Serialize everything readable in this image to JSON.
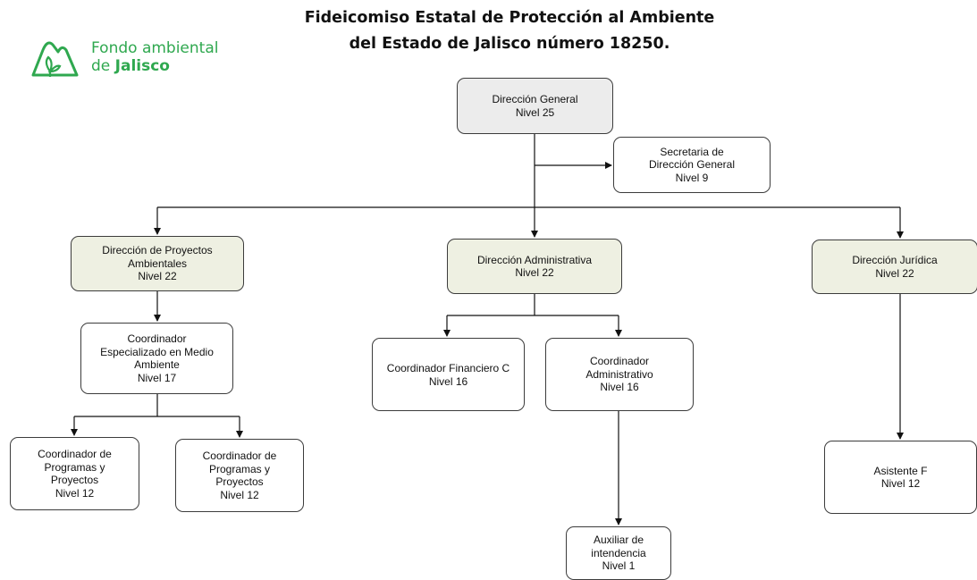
{
  "header": {
    "title_line1": "Fideicomiso Estatal de Protección al Ambiente",
    "title_line2": "del Estado de Jalisco número 18250."
  },
  "logo": {
    "line1": "Fondo ambiental",
    "line2_prefix": "de ",
    "line2_bold": "Jalisco",
    "icon": "mountain-leaf-icon",
    "color": "#2fa84f"
  },
  "colors": {
    "general": "#ececec",
    "direction": "#eef0e2",
    "default": "#ffffff",
    "line": "#111111"
  },
  "nodes": {
    "direccion_general": {
      "name": "Dirección General",
      "level": "Nivel 25"
    },
    "secretaria": {
      "name_line1": "Secretaria de",
      "name_line2": "Dirección General",
      "level": "Nivel 9"
    },
    "proyectos": {
      "name_line1": "Dirección de Proyectos",
      "name_line2": "Ambientales",
      "level": "Nivel 22"
    },
    "administrativa": {
      "name": "Dirección Administrativa",
      "level": "Nivel 22"
    },
    "juridica": {
      "name": "Dirección Jurídica",
      "level": "Nivel 22"
    },
    "coord_medio": {
      "name_line1": "Coordinador",
      "name_line2": "Especializado en Medio",
      "name_line3": "Ambiente",
      "level": "Nivel 17"
    },
    "coord_financiero": {
      "name": "Coordinador Financiero C",
      "level": "Nivel 16"
    },
    "coord_admin": {
      "name_line1": "Coordinador",
      "name_line2": "Administrativo",
      "level": "Nivel 16"
    },
    "prog1": {
      "name_line1": "Coordinador de",
      "name_line2": "Programas y",
      "name_line3": "Proyectos",
      "level": "Nivel 12"
    },
    "prog2": {
      "name_line1": "Coordinador de",
      "name_line2": "Programas y",
      "name_line3": "Proyectos",
      "level": "Nivel 12"
    },
    "asistente": {
      "name": "Asistente F",
      "level": "Nivel 12"
    },
    "auxiliar": {
      "name_line1": "Auxiliar de",
      "name_line2": "intendencia",
      "level": "Nivel 1"
    }
  }
}
